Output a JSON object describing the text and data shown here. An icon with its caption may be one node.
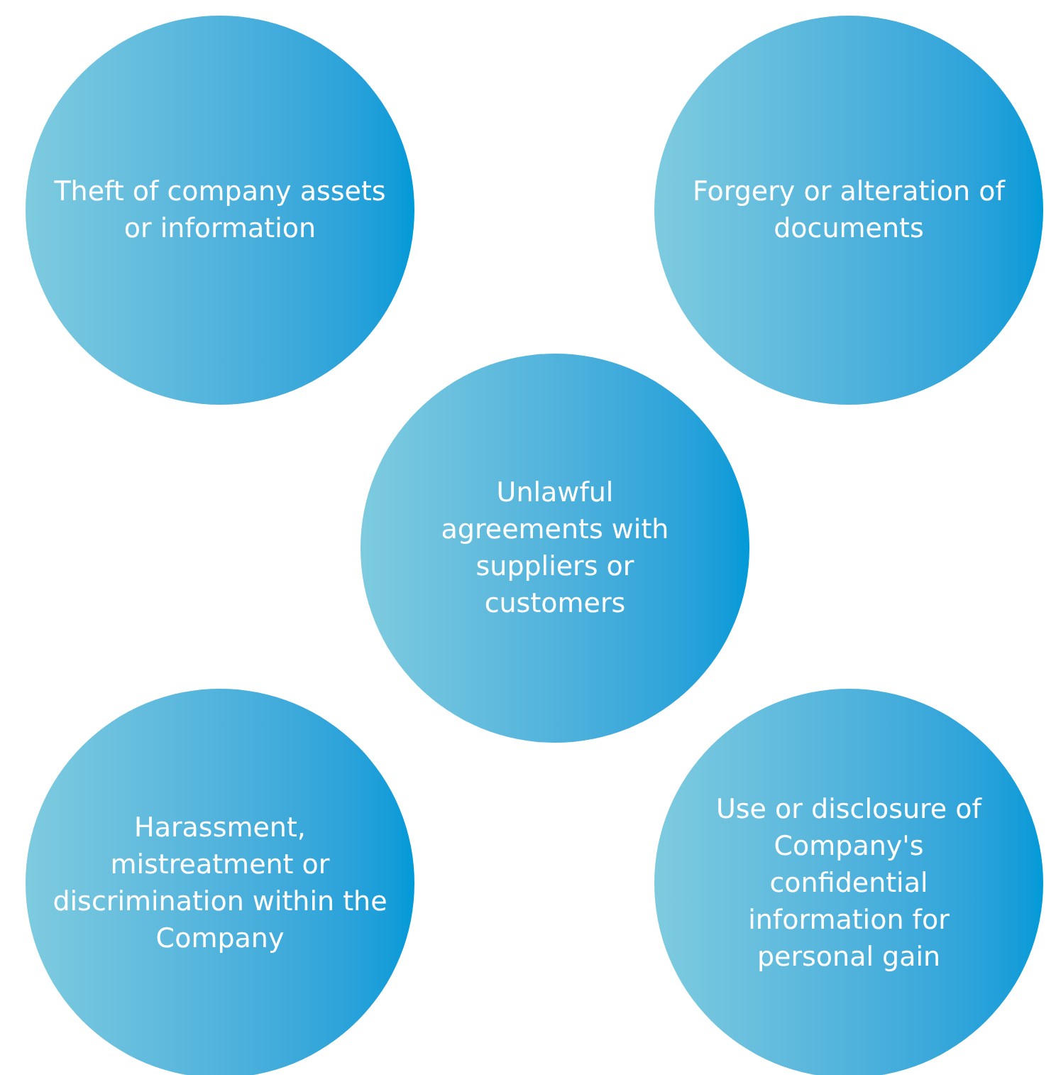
{
  "diagram": {
    "nodes": [
      {
        "text": [
          "Theft of company assets or information"
        ]
      },
      {
        "text": [
          "Forgery or alteration of documents"
        ]
      },
      {
        "text": [
          "Unlawful agreements with suppliers or customers"
        ]
      },
      {
        "text": [
          "Harassment, mistreatment or discrimination within the Company"
        ]
      },
      {
        "text": [
          "Use or disclosure of Company's confidential information for personal gain"
        ]
      }
    ]
  }
}
